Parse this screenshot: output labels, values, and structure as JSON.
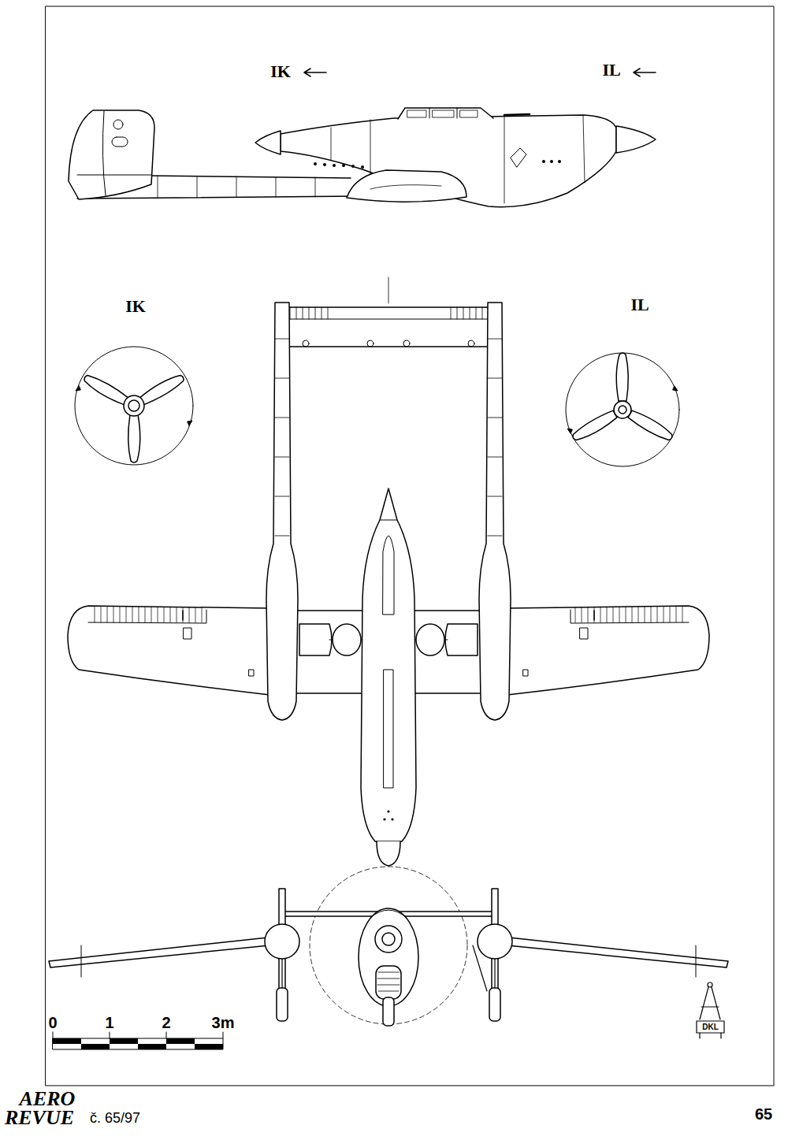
{
  "diagram": {
    "labels": [
      "IK",
      "IL",
      "IK",
      "IL",
      "0",
      "1",
      "2",
      "3m",
      "DKL",
      "AERO",
      "REVUE",
      "č. 65/97",
      "65"
    ]
  }
}
